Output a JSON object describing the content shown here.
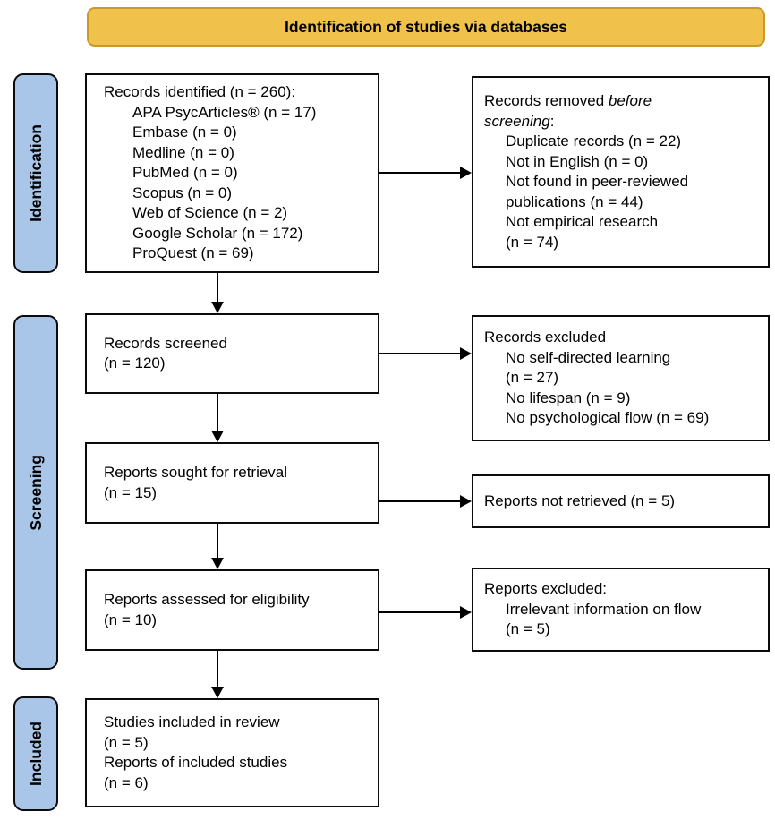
{
  "banner": {
    "label": "Identification of studies via databases"
  },
  "colors": {
    "banner_fill": "#F0C14B",
    "banner_border": "#C9992B",
    "stage_fill": "#A9C6E8",
    "box_border": "#000000"
  },
  "stages": [
    {
      "label": "Identification"
    },
    {
      "label": "Screening"
    },
    {
      "label": "Included"
    }
  ],
  "boxes": {
    "records_identified": {
      "title": "Records identified (n = 260):",
      "items": [
        "APA PsycArticles® (n = 17)",
        "Embase (n = 0)",
        "Medline (n = 0)",
        "PubMed (n = 0)",
        "Scopus (n = 0)",
        "Web of Science (n = 2)",
        "Google Scholar (n = 172)",
        "ProQuest (n = 69)"
      ]
    },
    "records_removed": {
      "title_line1_normal": "Records removed ",
      "title_line1_italic": "before",
      "title_line2_italic": "screening",
      "title_line2_normal": ":",
      "lines": [
        "Duplicate records (n = 22)",
        "Not in English (n = 0)",
        "Not found in peer-reviewed",
        "publications (n = 44)",
        "Not empirical research",
        "(n = 74)"
      ]
    },
    "records_screened": {
      "lines": [
        "Records screened",
        "(n = 120)"
      ]
    },
    "records_excluded": {
      "title": "Records excluded",
      "lines": [
        "No self-directed learning",
        "(n = 27)",
        "No lifespan (n = 9)",
        "No psychological flow (n = 69)"
      ]
    },
    "reports_sought": {
      "lines": [
        "Reports sought for retrieval",
        "(n = 15)"
      ]
    },
    "reports_not_retrieved": {
      "lines": [
        "Reports not retrieved (n = 5)"
      ]
    },
    "reports_assessed": {
      "lines": [
        "Reports assessed for eligibility",
        "(n = 10)"
      ]
    },
    "reports_excluded": {
      "title": "Reports excluded:",
      "lines": [
        "Irrelevant information on flow",
        "(n = 5)"
      ]
    },
    "studies_included": {
      "lines": [
        "Studies included in review",
        "(n = 5)",
        "Reports of included studies",
        "(n = 6)"
      ]
    }
  }
}
